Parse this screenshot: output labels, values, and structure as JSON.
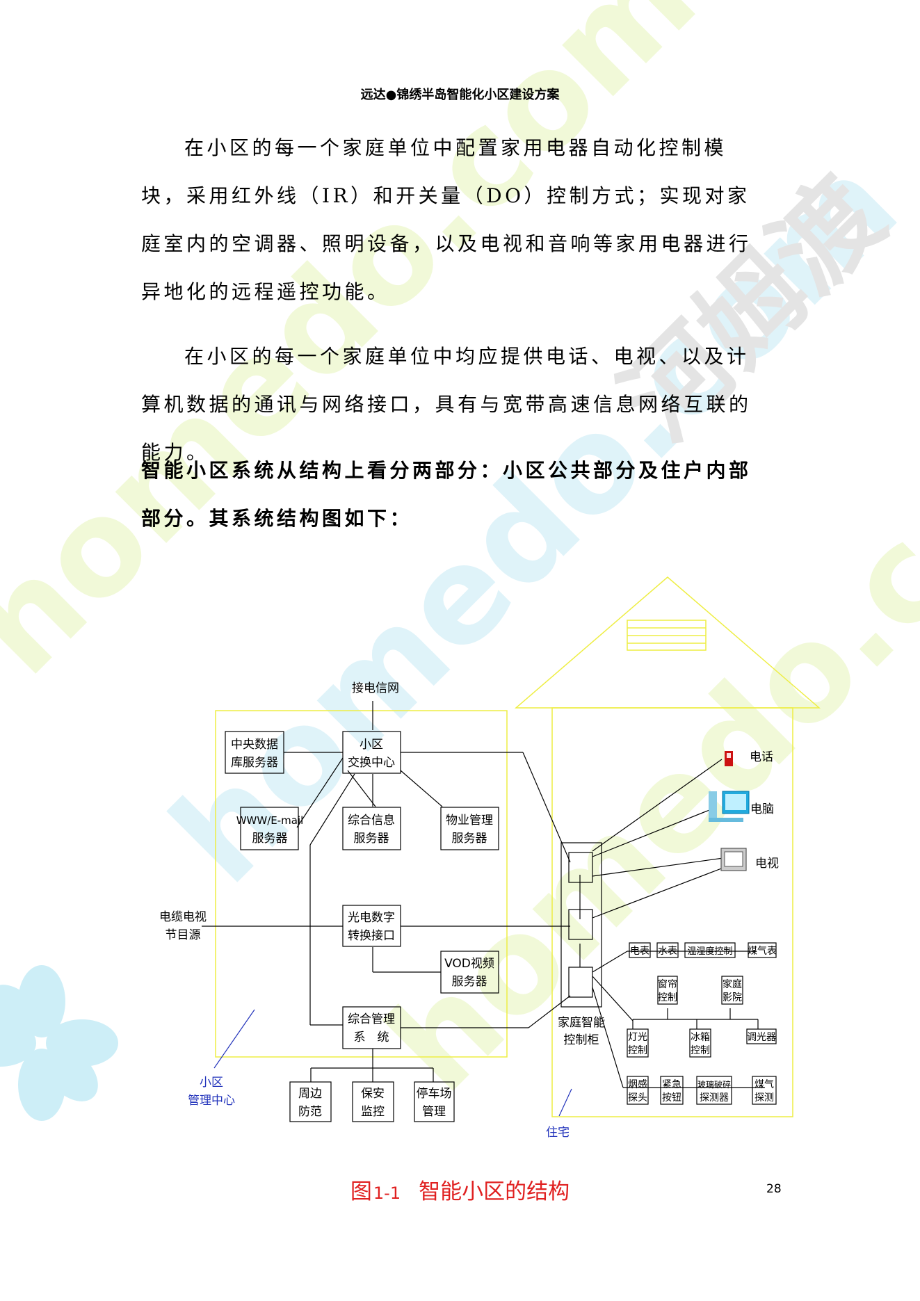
{
  "header": {
    "title": "远达●锦绣半岛智能化小区建设方案"
  },
  "paragraphs": {
    "p1": "在小区的每一个家庭单位中配置家用电器自动化控制模块，采用红外线（IR）和开关量（DO）控制方式；实现对家庭室内的空调器、照明设备，以及电视和音响等家用电器进行异地化的远程遥控功能。",
    "p2": "在小区的每一个家庭单位中均应提供电话、电视、以及计算机数据的通讯与网络接口，具有与宽带高速信息网络互联的能力。",
    "p3": "智能小区系统从结构上看分两部分：小区公共部分及住户内部部分。其系统结构图如下："
  },
  "diagram": {
    "external": {
      "telecom": "接电信网",
      "cable_tv_1": "电缆电视",
      "cable_tv_2": "节目源"
    },
    "boxes": {
      "central_db_1": "中央数据",
      "central_db_2": "库服务器",
      "exchange_1": "小区",
      "exchange_2": "交换中心",
      "www_1": "WWW/E-mail",
      "www_2": "服务器",
      "info_1": "综合信息",
      "info_2": "服务器",
      "property_1": "物业管理",
      "property_2": "服务器",
      "optical_1": "光电数字",
      "optical_2": "转换接口",
      "vod_1": "VOD视频",
      "vod_2": "服务器",
      "mgmt_1": "综合管理",
      "mgmt_2": "系　统",
      "perimeter_1": "周边",
      "perimeter_2": "防范",
      "security_1": "保安",
      "security_2": "监控",
      "parking_1": "停车场",
      "parking_2": "管理"
    },
    "community_label_1": "小区",
    "community_label_2": "管理中心",
    "residence_label": "住宅",
    "cabinet_1": "家庭智能",
    "cabinet_2": "控制柜",
    "devices": {
      "phone": "电话",
      "pc": "电脑",
      "tv": "电视"
    },
    "meters": {
      "electric": "电表",
      "water": "水表",
      "temp": "温湿度控制",
      "gas": "煤气表"
    },
    "controls": {
      "curtain_1": "窗帘",
      "curtain_2": "控制",
      "theater_1": "家庭",
      "theater_2": "影院",
      "light_1": "灯光",
      "light_2": "控制",
      "fridge_1": "冰箱",
      "fridge_2": "控制",
      "dimmer": "调光器"
    },
    "sensors": {
      "smoke_1": "烟感",
      "smoke_2": "探头",
      "emergency_1": "紧急",
      "emergency_2": "按钮",
      "glass_1": "玻璃破碎",
      "glass_2": "探测器",
      "gasdet_1": "煤气",
      "gasdet_2": "探测"
    }
  },
  "caption": {
    "prefix": "图",
    "number": "1-1",
    "text": "智能小区的结构"
  },
  "page_number": "28",
  "colors": {
    "caption": "#e02020",
    "frame": "#eeee44",
    "label_blue": "#2233bb",
    "watermark_cyan": "#c9ecf6",
    "watermark_gray": "#d9d9d9"
  }
}
